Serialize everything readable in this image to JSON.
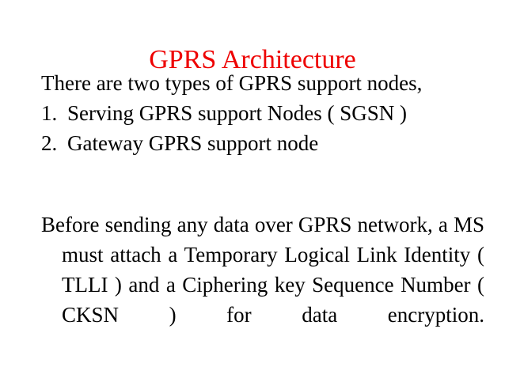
{
  "slide": {
    "title": "GPRS Architecture",
    "title_color": "#ee0000",
    "body_color": "#000000",
    "background_color": "#ffffff",
    "intro_line": "There are two types of GPRS support nodes,",
    "list": [
      {
        "marker": "1.",
        "text": "Serving GPRS support Nodes ( SGSN )"
      },
      {
        "marker": "2.",
        "text": "Gateway GPRS support node"
      }
    ],
    "paragraph": "Before sending any data over GPRS network, a MS must attach a Temporary Logical Link Identity ( TLLI ) and a Ciphering key Sequence Number ( CKSN ) for data encryption."
  }
}
